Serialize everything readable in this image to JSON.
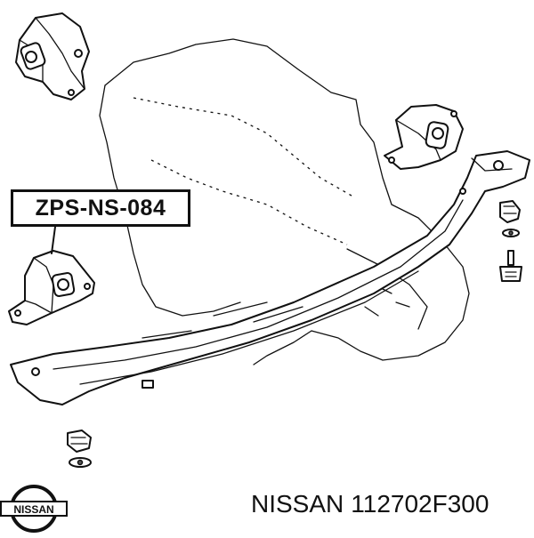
{
  "part_label": "ZPS-NS-084",
  "caption": {
    "brand": "NISSAN",
    "part_number": "112702F300"
  },
  "logo": {
    "text": "NISSAN",
    "name": "nissan-logo"
  },
  "colors": {
    "line": "#111111",
    "background": "#ffffff"
  }
}
